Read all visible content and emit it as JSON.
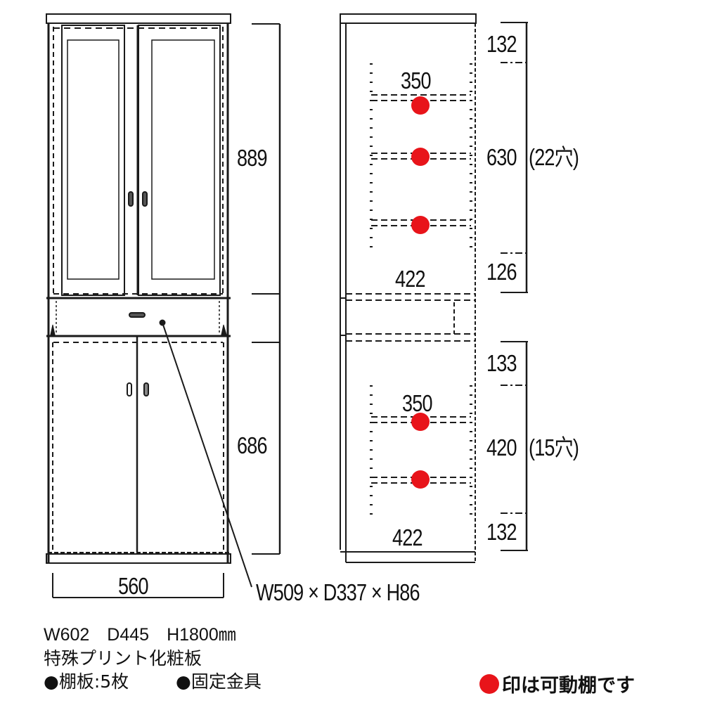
{
  "front_view": {
    "upper_height": "889",
    "lower_height": "686",
    "inner_width": "560",
    "drawer_size_label": "W509 × D337 × H86"
  },
  "side_view": {
    "upper": {
      "top_gap": "132",
      "shelf_width": "350",
      "hole_range": "630",
      "hole_count_label": "(22穴)",
      "bottom_gap": "126",
      "depth": "422"
    },
    "lower": {
      "top_gap": "133",
      "shelf_width": "350",
      "hole_range": "420",
      "hole_count_label": "(15穴)",
      "bottom_gap": "132",
      "depth": "422"
    }
  },
  "specs": {
    "dimensions": "W602　D445　H1800㎜",
    "material": "特殊プリント化粧板",
    "shelves": "●棚板:5枚",
    "hardware": "●固定金具"
  },
  "legend": {
    "marker_color": "#e8141a",
    "text": "印は可動棚です"
  },
  "colors": {
    "line": "#1a1a1a",
    "accent_dot": "#e8141a"
  }
}
